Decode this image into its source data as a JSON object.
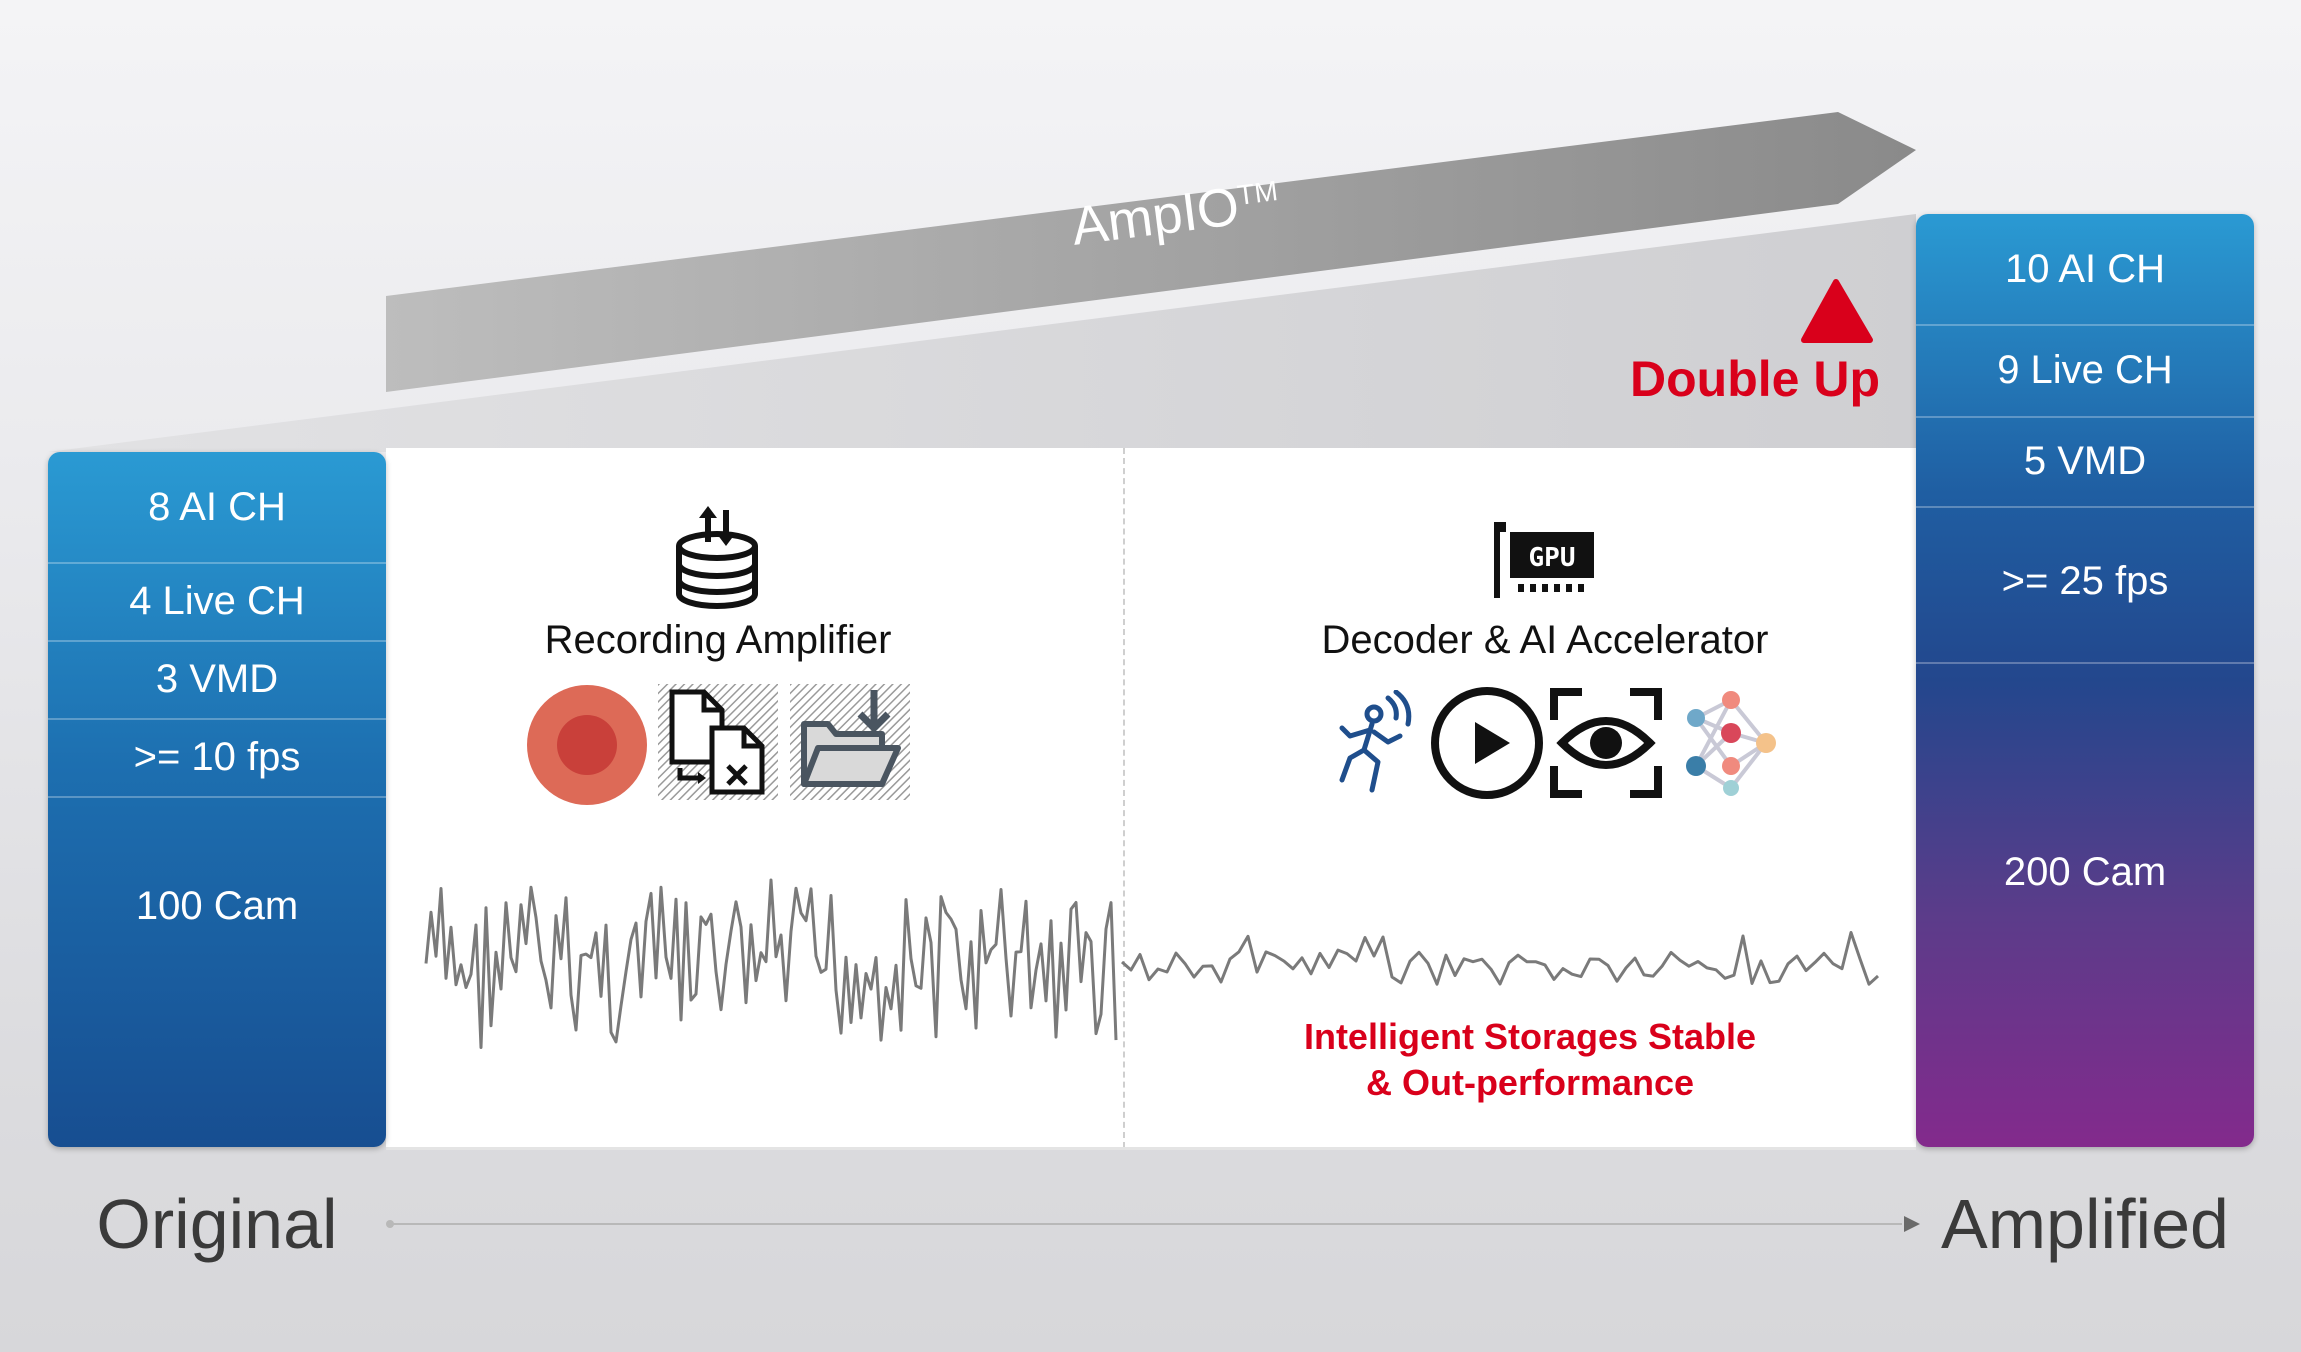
{
  "banner": {
    "label": "AmpIO",
    "trademark": "TM"
  },
  "callout": {
    "text": "Double Up"
  },
  "original": {
    "caption": "Original",
    "metrics": [
      "8 AI CH",
      "4 Live CH",
      "3 VMD",
      ">= 10 fps",
      "100 Cam"
    ]
  },
  "amplified": {
    "caption": "Amplified",
    "metrics": [
      "10 AI CH",
      "9 Live CH",
      "5 VMD",
      ">= 25 fps",
      "200 Cam"
    ]
  },
  "left_section": {
    "title": "Recording Amplifier",
    "icons": [
      "database-sync-icon",
      "record-icon",
      "file-delete-icon",
      "folder-download-icon"
    ]
  },
  "right_section": {
    "title": "Decoder & AI Accelerator",
    "gpu_label": "GPU",
    "icons": [
      "gpu-card-icon",
      "motion-detection-icon",
      "play-icon",
      "eye-scan-icon",
      "neural-network-icon"
    ],
    "note_line1": "Intelligent Storages Stable",
    "note_line2": "& Out-performance"
  },
  "colors": {
    "accent_red": "#d9001b",
    "blue_top": "#2a9ad3",
    "blue_bottom": "#174e91",
    "purple_bottom": "#832a8c",
    "banner_gray": "#9a9a9a",
    "record_red": "#d95a45",
    "signal_gray": "#7a7a7a"
  }
}
